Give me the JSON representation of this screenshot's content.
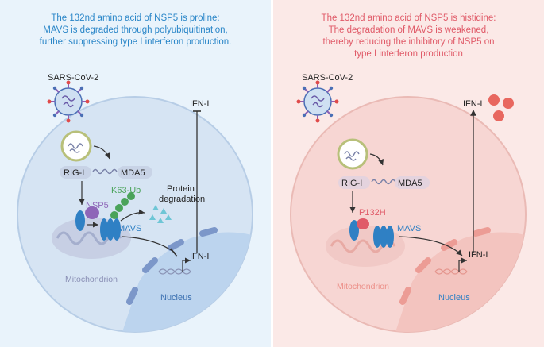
{
  "left_panel": {
    "caption": "The 132nd amino acid of NSP5 is proline:\nMAVS is degraded through polyubiquitination,\nfurther suppressing type I interferon production.",
    "virus_label": "SARS-CoV-2",
    "ifn_top_label": "IFN-I",
    "rig_label": "RIG-I",
    "mda_label": "MDA5",
    "k63_label": "K63-Ub",
    "nsp5_label": "NSP5",
    "protein_deg_label_1": "Protein",
    "protein_deg_label_2": "degradation",
    "mavs_label": "MAVS",
    "ifn_nucleus_label": "IFN-I",
    "mito_label": "Mitochondrion",
    "nucleus_label": "Nucleus"
  },
  "right_panel": {
    "caption": "The 132nd amino acid of NSP5 is histidine:\nThe degradation of MAVS is weakened,\nthereby reducing the inhibitory of NSP5 on\ntype I interferon production",
    "virus_label": "SARS-CoV-2",
    "ifn_top_label": "IFN-I",
    "rig_label": "RIG-I",
    "mda_label": "MDA5",
    "p132h_label": "P132H",
    "mavs_label": "MAVS",
    "ifn_nucleus_label": "IFN-I",
    "mito_label": "Mitochondrion",
    "nucleus_label": "Nucleus"
  },
  "colors": {
    "left_bg": "#e9f3fb",
    "right_bg": "#fbe9e7",
    "left_caption": "#2a86c8",
    "right_caption": "#e05a68",
    "mavs_blue": "#2f80c4",
    "nsp5_purple": "#8e66b8",
    "ubiquitin_green": "#4aa35a",
    "p132h_red": "#e05a68",
    "ifn_red_dot": "#e8675f"
  },
  "icons": [
    "virus-icon",
    "vesicle-icon",
    "rna-icon",
    "mitochondrion-icon",
    "dna-icon",
    "ubiquitin-chain-icon",
    "fragment-icon",
    "ifn-dot-icon"
  ]
}
